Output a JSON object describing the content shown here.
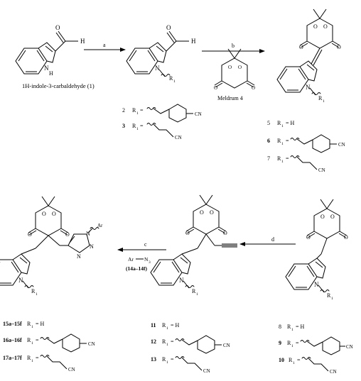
{
  "scheme": {
    "starting_material": {
      "atoms": {
        "O": "O",
        "H": "H",
        "N": "N",
        "NH": "H"
      },
      "name": "1H-indole-3-carbaldehyde (1)"
    },
    "arrows": [
      {
        "label": "a"
      },
      {
        "label": "b"
      },
      {
        "label": "c"
      },
      {
        "label": "d"
      }
    ],
    "reagents": {
      "meldrum": "Meldrum 4",
      "azide_ar": "Ar",
      "azide_n3": "N",
      "azide_n3_sub": "3",
      "azide_range": "(14a–14f)"
    },
    "atoms": {
      "O": "O",
      "N": "N",
      "H": "H",
      "CN": "CN",
      "Ar": "Ar"
    },
    "r_label": "R",
    "r_sub": "1",
    "compounds": {
      "c2": {
        "num": "2",
        "r": "R"
      },
      "c3": {
        "num": "3",
        "r": "R"
      },
      "c5": {
        "num": "5",
        "r": "R",
        "value": "= H"
      },
      "c6": {
        "num": "6",
        "r": "R"
      },
      "c7": {
        "num": "7",
        "r": "R"
      },
      "c8": {
        "num": "8",
        "r": "R",
        "value": "= H"
      },
      "c9": {
        "num": "9",
        "r": "R"
      },
      "c10": {
        "num": "10",
        "r": "R"
      },
      "c11": {
        "num": "11",
        "r": "R",
        "value": "= H"
      },
      "c12": {
        "num": "12",
        "r": "R"
      },
      "c13": {
        "num": "13",
        "r": "R"
      },
      "c15": {
        "num": "15a–15f",
        "r": "R",
        "value": "= H"
      },
      "c16": {
        "num": "16a–16f",
        "r": "R"
      },
      "c17": {
        "num": "17a–17f",
        "r": "R"
      }
    }
  }
}
